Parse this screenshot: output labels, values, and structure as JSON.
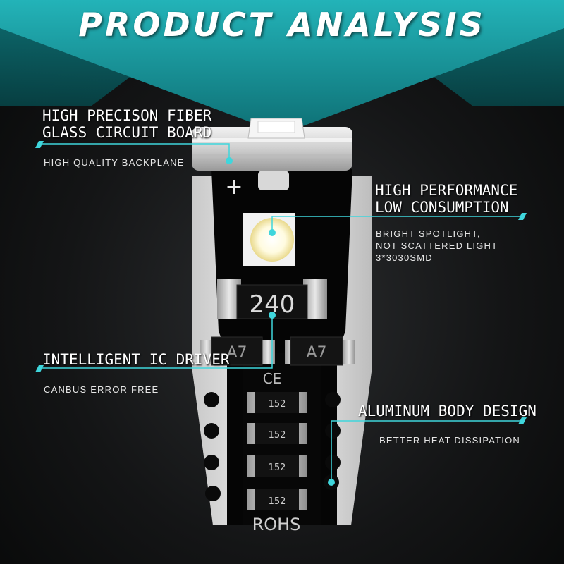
{
  "title": "PRODUCT ANALYSIS",
  "features": {
    "board": {
      "heading_line1": "HIGH PRECISON FIBER",
      "heading_line2": "GLASS CIRCUIT BOARD",
      "desc": "HIGH QUALITY BACKPLANE"
    },
    "performance": {
      "heading_line1": "HIGH PERFORMANCE",
      "heading_line2": "LOW CONSUMPTION",
      "desc_line1": "BRIGHT SPOTLIGHT,",
      "desc_line2": "NOT SCATTERED LIGHT",
      "desc_line3": "3*3030SMD"
    },
    "driver": {
      "heading": "INTELLIGENT IC DRIVER",
      "desc": "CANBUS ERROR FREE"
    },
    "aluminum": {
      "heading": "ALUMINUM BODY DESIGN",
      "desc": "BETTER HEAT DISSIPATION"
    }
  },
  "pcb_labels": {
    "plus": "+",
    "resistor": "240",
    "chip_left": "A7",
    "chip_right": "A7",
    "ce_mark": "CE",
    "small_resistor": "152",
    "rohs": "ROHS"
  },
  "colors": {
    "accent": "#3fd6dc",
    "banner": "#1a9ea3",
    "pcb": "#050505"
  }
}
